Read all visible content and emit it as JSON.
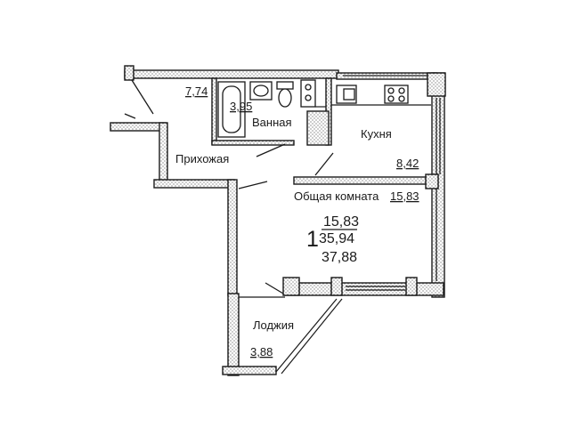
{
  "rooms": {
    "hallway": {
      "label": "Прихожая",
      "area": "7,74"
    },
    "bathroom": {
      "label": "Ванная",
      "area": "3,95"
    },
    "kitchen": {
      "label": "Кухня",
      "area": "8,42"
    },
    "living_room": {
      "label": "Общая комната",
      "area": "15,83"
    },
    "loggia": {
      "label": "Лоджия",
      "area": "3,88"
    }
  },
  "summary": {
    "room_count": "1",
    "living_area": "15,83",
    "total_area": "35,94",
    "total_with_loggia": "37,88"
  }
}
